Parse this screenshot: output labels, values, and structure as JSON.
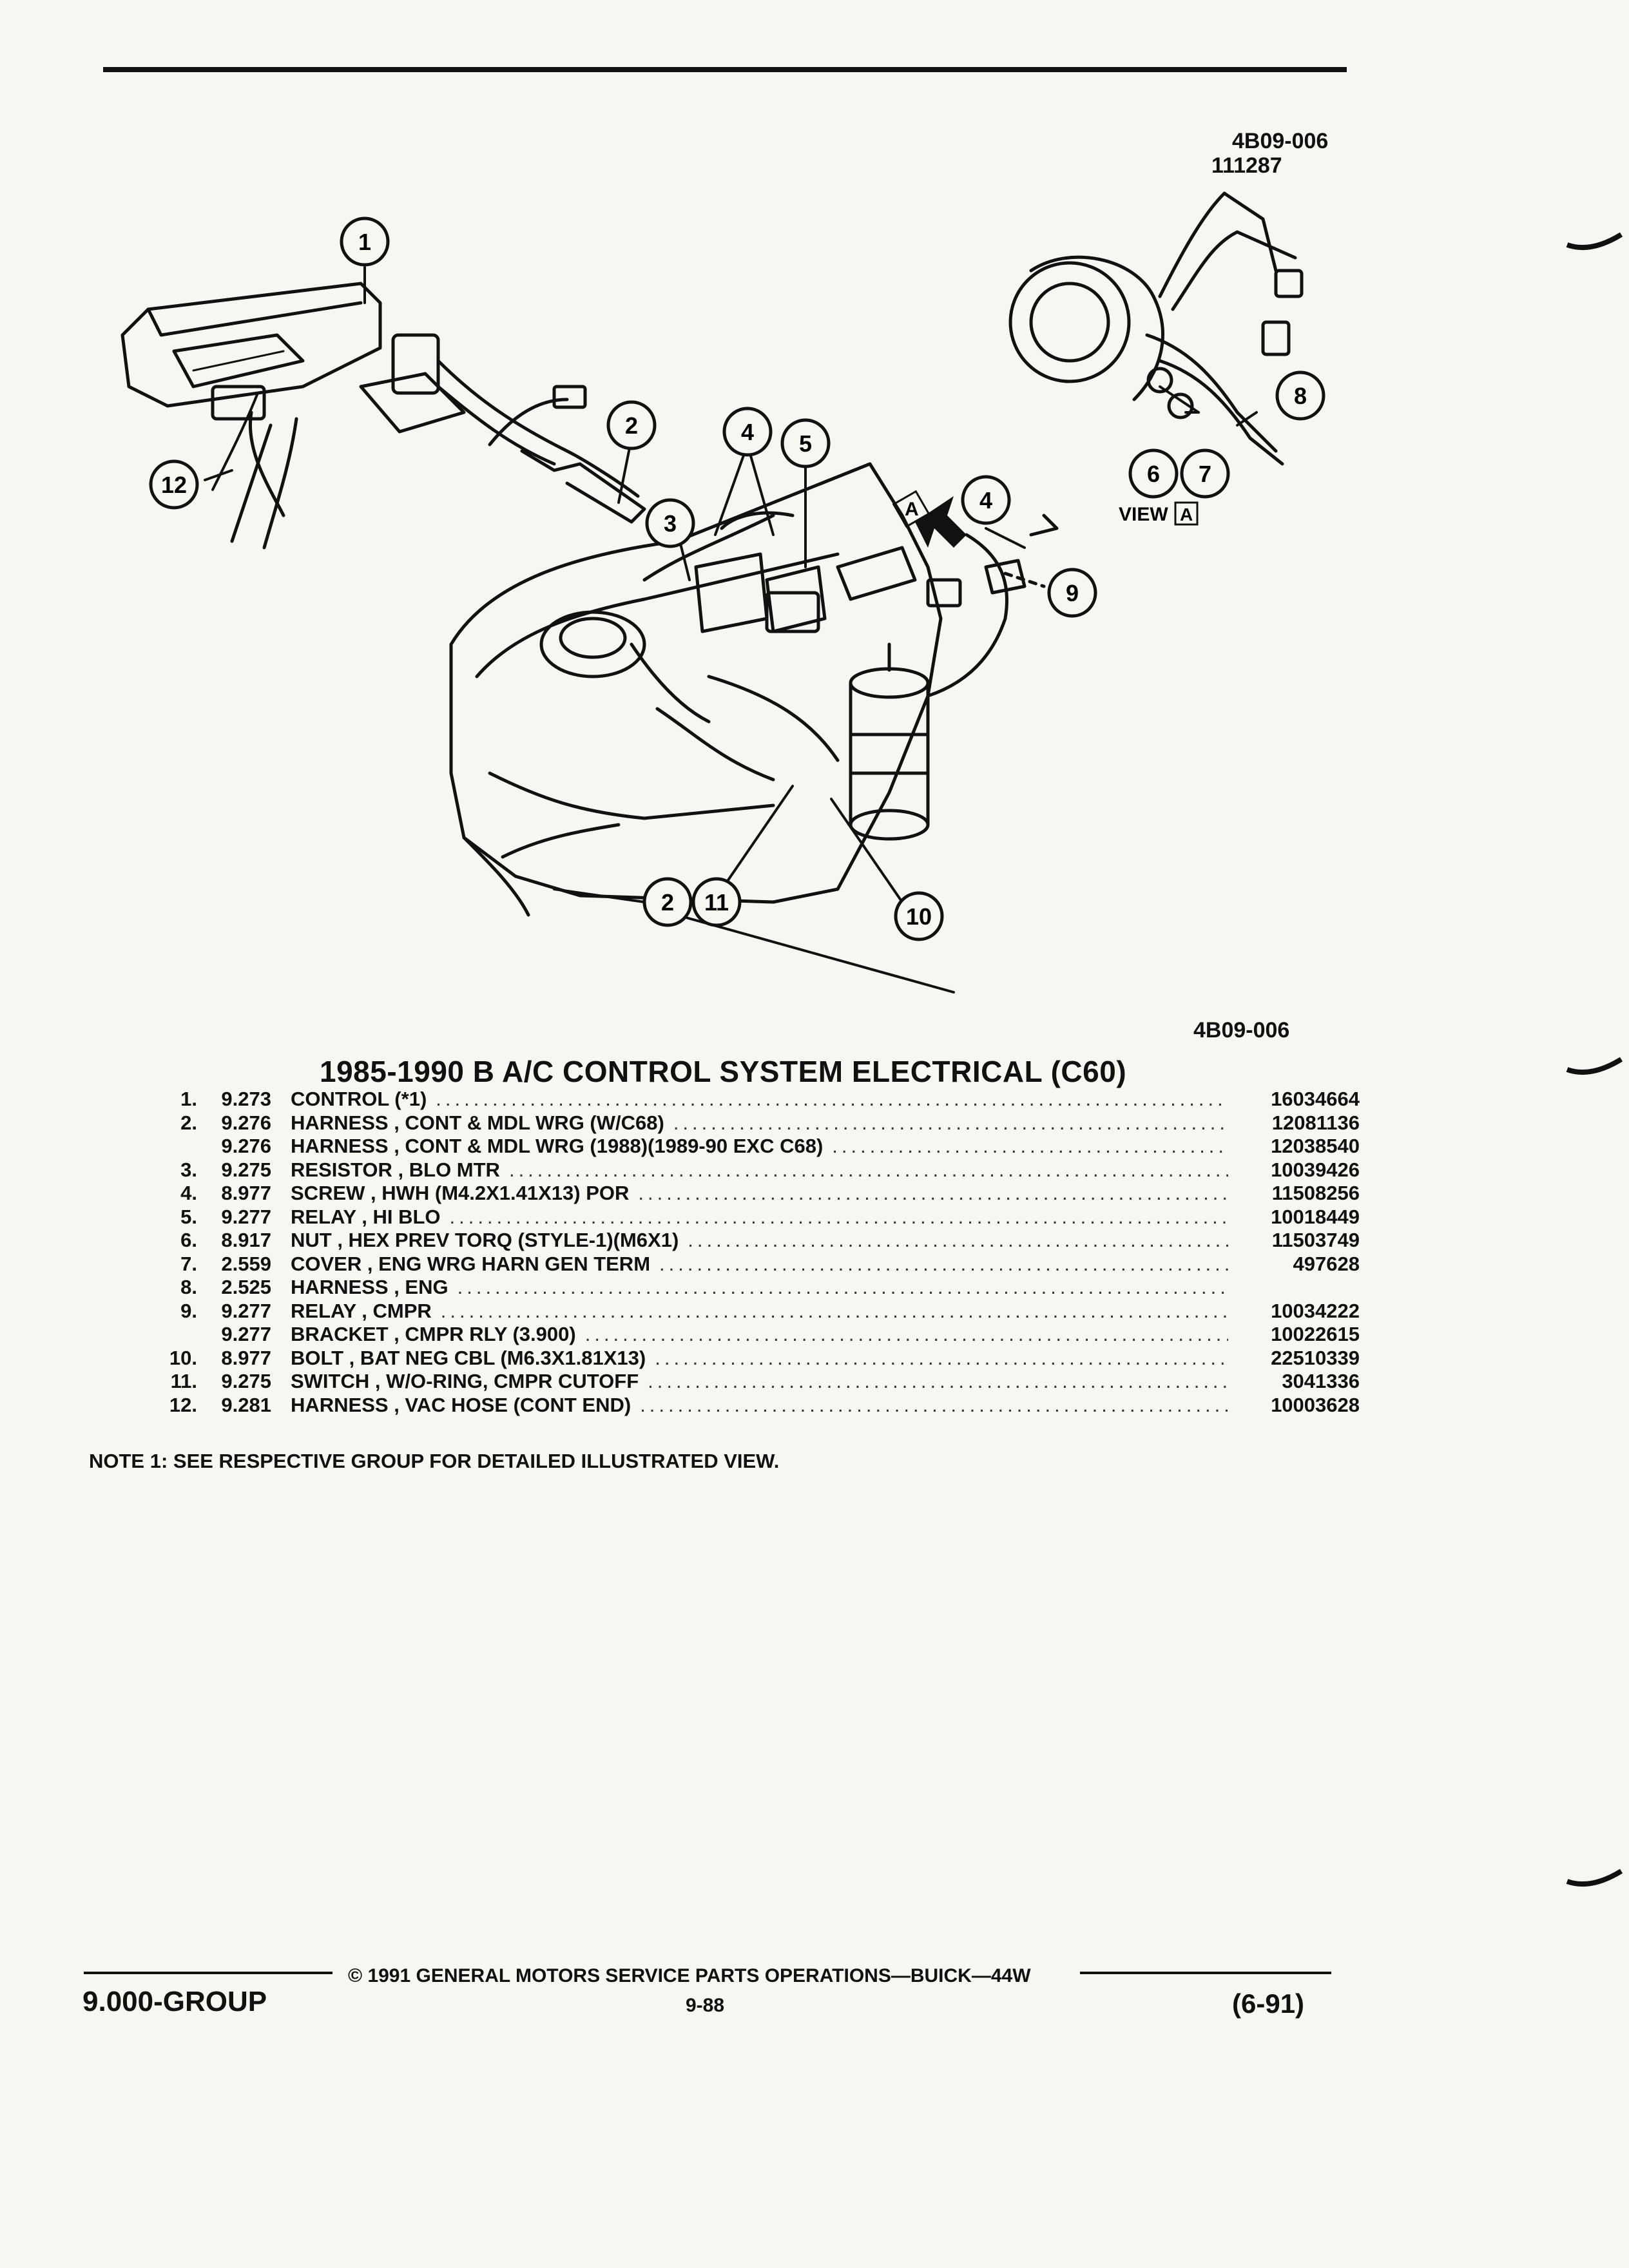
{
  "figure": {
    "id_top": "4B09-006",
    "date_code": "111287",
    "id_bottom": "4B09-006",
    "callouts": [
      "1",
      "2",
      "2",
      "3",
      "4",
      "4",
      "5",
      "6",
      "7",
      "8",
      "9",
      "10",
      "11",
      "12"
    ],
    "view_label": "VIEW",
    "view_letter": "A",
    "arrow_letter": "A"
  },
  "title": "1985-1990 B A/C CONTROL SYSTEM ELECTRICAL (C60)",
  "parts": [
    {
      "no": "1.",
      "group": "9.273",
      "desc": "CONTROL (*1)",
      "part": "16034664"
    },
    {
      "no": "2.",
      "group": "9.276",
      "desc": "HARNESS , CONT & MDL WRG (W/C68)",
      "part": "12081136"
    },
    {
      "no": "",
      "group": "9.276",
      "desc": "HARNESS , CONT & MDL WRG (1988)(1989-90 EXC C68)",
      "part": "12038540"
    },
    {
      "no": "3.",
      "group": "9.275",
      "desc": "RESISTOR , BLO MTR",
      "part": "10039426"
    },
    {
      "no": "4.",
      "group": "8.977",
      "desc": "SCREW , HWH (M4.2X1.41X13) POR",
      "part": "11508256"
    },
    {
      "no": "5.",
      "group": "9.277",
      "desc": "RELAY , HI BLO",
      "part": "10018449"
    },
    {
      "no": "6.",
      "group": "8.917",
      "desc": "NUT , HEX PREV TORQ (STYLE-1)(M6X1)",
      "part": "11503749"
    },
    {
      "no": "7.",
      "group": "2.559",
      "desc": "COVER , ENG WRG HARN GEN TERM",
      "part": "497628"
    },
    {
      "no": "8.",
      "group": "2.525",
      "desc": "HARNESS , ENG",
      "part": ""
    },
    {
      "no": "9.",
      "group": "9.277",
      "desc": "RELAY , CMPR",
      "part": "10034222"
    },
    {
      "no": "",
      "group": "9.277",
      "desc": "BRACKET , CMPR RLY (3.900)",
      "part": "10022615"
    },
    {
      "no": "10.",
      "group": "8.977",
      "desc": "BOLT , BAT NEG CBL (M6.3X1.81X13)",
      "part": "22510339"
    },
    {
      "no": "11.",
      "group": "9.275",
      "desc": "SWITCH , W/O-RING, CMPR CUTOFF",
      "part": "3041336"
    },
    {
      "no": "12.",
      "group": "9.281",
      "desc": "HARNESS , VAC HOSE (CONT END)",
      "part": "10003628"
    }
  ],
  "note": "NOTE 1: SEE RESPECTIVE GROUP FOR DETAILED ILLUSTRATED VIEW.",
  "footer": {
    "copyright": "© 1991 GENERAL MOTORS SERVICE PARTS OPERATIONS—BUICK—44W",
    "group": "9.000-GROUP",
    "page": "9-88",
    "revision": "(6-91)"
  }
}
